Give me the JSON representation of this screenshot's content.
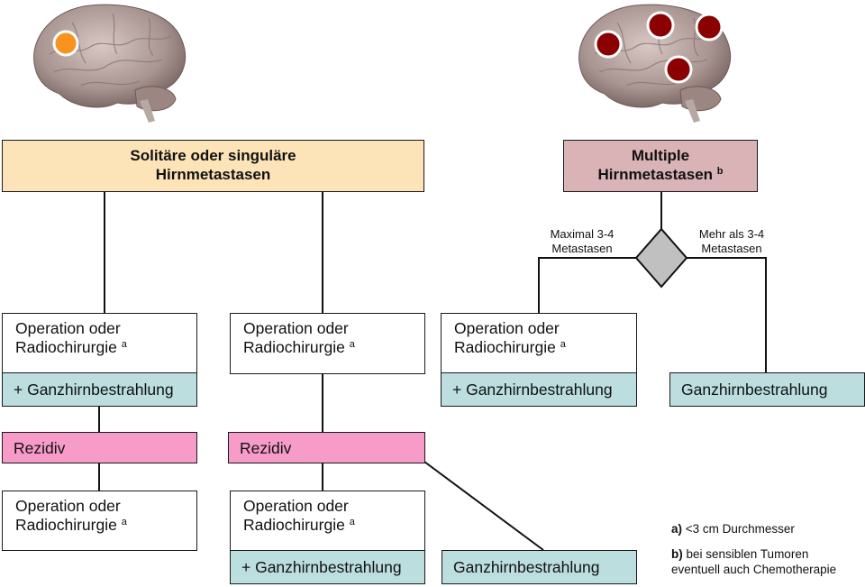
{
  "colors": {
    "solitary_header": "#FCE3B8",
    "multiple_header": "#D9B3B6",
    "treatment_box": "#FFFFFF",
    "whole_brain_box": "#BCDEDF",
    "recurrence_box": "#F79BC8",
    "decision_diamond": "#C0C0C0",
    "single_lesion_dot": "#F7931E",
    "multiple_lesion_dot": "#8B0000"
  },
  "illustrations": {
    "left_brain": {
      "label": "brain-single-lesion",
      "lesion_count": 1
    },
    "right_brain": {
      "label": "brain-multiple-lesions",
      "lesion_count": 4
    }
  },
  "headers": {
    "solitary": {
      "line1": "Solitäre oder singuläre",
      "line2": "Hirnmetastasen"
    },
    "multiple": {
      "line1": "Multiple",
      "line2": "Hirnmetastasen",
      "footnote": "b"
    }
  },
  "decision": {
    "left_label": {
      "line1": "Maximal 3-4",
      "line2": "Metastasen"
    },
    "right_label": {
      "line1": "Mehr als 3-4",
      "line2": "Metastasen"
    }
  },
  "nodes": {
    "op_line1": "Operation oder",
    "op_line2": "Radiochirurgie",
    "op_footnote": "a",
    "wbrt_plus": "+ Ganzhirnbestrahlung",
    "wbrt": "Ganzhirnbestrahlung",
    "recurrence": "Rezidiv"
  },
  "footnotes": {
    "a": {
      "marker": "a)",
      "text": " <3 cm Durchmesser"
    },
    "b": {
      "marker": "b)",
      "text": " bei sensiblen Tumoren",
      "line2": "eventuell auch Chemotherapie"
    }
  }
}
